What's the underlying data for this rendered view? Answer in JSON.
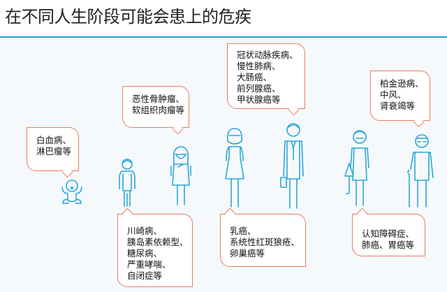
{
  "title": "在不同人生阶段可能会患上的危疾",
  "colors": {
    "accent": "#1fa0cf",
    "bubble_border": "#ec7b62",
    "figure": "#2aa7d6"
  },
  "bubbles": {
    "infant": [
      "白血病、",
      "淋巴瘤等"
    ],
    "teen": [
      "恶性骨肿瘤、",
      "软组织肉瘤等"
    ],
    "adult_male": [
      "冠状动脉疾病、",
      "慢性肺病、",
      "大肠癌、",
      "前列腺癌、",
      "甲状腺癌等"
    ],
    "elderly_male": [
      "柏金逊病、",
      "中风、",
      "肾衰竭等"
    ],
    "child": [
      "川崎病、",
      "胰岛素依赖型、",
      "糖尿病、",
      "严重哮喘、",
      "自闭症等"
    ],
    "adult_female": [
      "乳癌、",
      "系统性红斑狼疮、",
      "卵巢癌等"
    ],
    "elderly_female": [
      "认知障碍症、",
      "肺癌、胃癌等"
    ]
  }
}
